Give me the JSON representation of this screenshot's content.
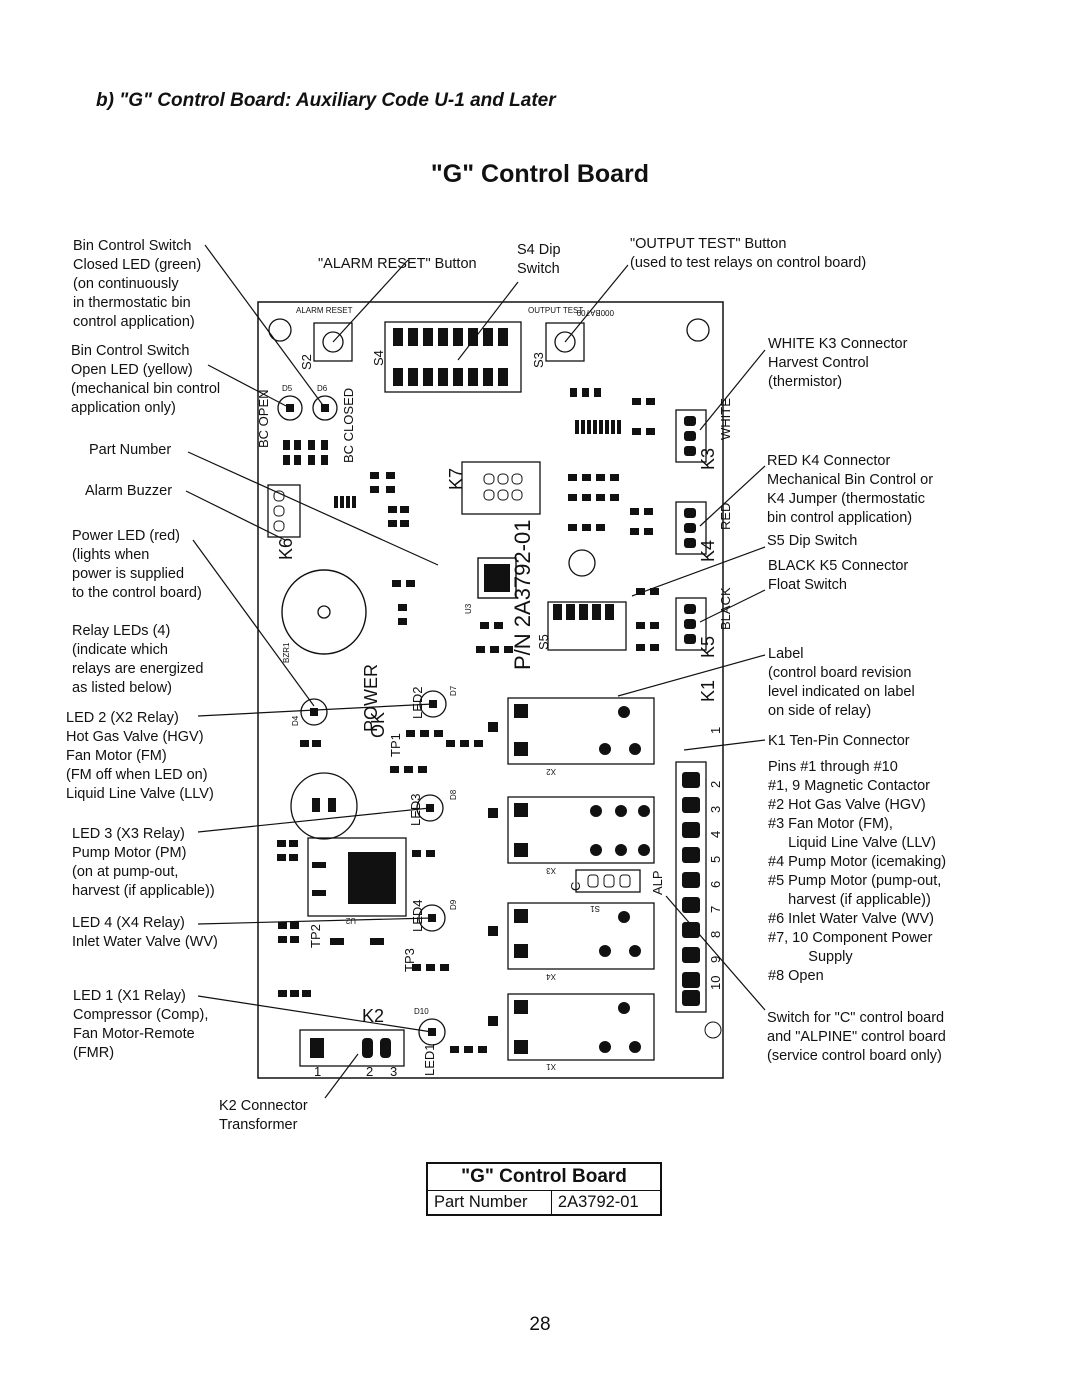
{
  "heading": "b) \"G\" Control Board: Auxiliary Code U-1 and Later",
  "title": "\"G\" Control Board",
  "callouts": {
    "bin_closed": "Bin Control Switch\nClosed LED (green)\n(on continuously\nin thermostatic bin\ncontrol application)",
    "bin_open": "Bin Control Switch\nOpen LED (yellow)\n(mechanical bin control\napplication only)",
    "part_number": "Part Number",
    "alarm_buzzer": "Alarm Buzzer",
    "power_led": "Power LED (red)\n(lights when\npower is supplied\nto the control board)",
    "relay_leds": "Relay LEDs (4)\n(indicate which\nrelays are energized\nas listed below)",
    "led2": "LED 2 (X2 Relay)\nHot Gas Valve (HGV)\nFan Motor (FM)\n(FM off when LED on)\nLiquid Line Valve (LLV)",
    "led3": "LED 3 (X3 Relay)\nPump Motor (PM)\n(on at pump-out,\nharvest (if applicable))",
    "led4": "LED 4 (X4 Relay)\nInlet Water Valve (WV)",
    "led1": "LED 1 (X1 Relay)\nCompressor (Comp),\nFan Motor-Remote\n(FMR)",
    "k2": "K2 Connector\nTransformer",
    "alarm_reset": "\"ALARM RESET\" Button",
    "s4": "S4 Dip\nSwitch",
    "output_test": "\"OUTPUT TEST\" Button\n(used to test relays on control board)",
    "white_k3": "WHITE K3 Connector\nHarvest Control\n(thermistor)",
    "red_k4": "RED K4 Connector\nMechanical Bin Control or\nK4 Jumper (thermostatic\nbin control application)",
    "s5": "S5 Dip Switch",
    "black_k5": "BLACK K5 Connector\nFloat Switch",
    "label": "Label\n(control board revision\nlevel indicated on label\non side of relay)",
    "k1": "K1 Ten-Pin Connector",
    "pins": "Pins #1 through #10\n#1, 9 Magnetic Contactor\n#2 Hot Gas Valve (HGV)\n#3 Fan Motor (FM),\n     Liquid Line Valve (LLV)\n#4 Pump Motor (icemaking)\n#5 Pump Motor (pump-out,\n     harvest (if applicable))\n#6 Inlet Water Valve (WV)\n#7, 10 Component Power\n          Supply\n#8 Open",
    "switch_c": "Switch for \"C\" control board\nand \"ALPINE\" control board\n(service control board only)"
  },
  "board": {
    "alarm_reset": "ALARM RESET",
    "output_test": "OUTPUT TEST",
    "code_mirror": "000BA709",
    "s2": "S2",
    "s3": "S3",
    "s4": "S4",
    "s5": "S5",
    "d5": "D5",
    "d6": "D6",
    "bc_open": "BC OPEN",
    "bc_closed": "BC CLOSED",
    "k1": "K1",
    "k2": "K2",
    "k3": "K3",
    "k4": "K4",
    "k5": "K5",
    "k6": "K6",
    "k7": "K7",
    "white": "WHITE",
    "red": "RED",
    "black": "BLACK",
    "pn": "P/N 2A3792-01",
    "power": "POWER",
    "ok": "OK",
    "led1": "LED1",
    "led2": "LED2",
    "led3": "LED3",
    "led4": "LED4",
    "tp1": "TP1",
    "tp2": "TP2",
    "tp3": "TP3",
    "alp": "ALP",
    "c": "C",
    "x1": "X1",
    "x2": "X2",
    "x3": "X3",
    "x4": "X4",
    "u2": "U2",
    "u3": "U3",
    "s1": "S1",
    "d4": "D4",
    "d7": "D7",
    "d8": "D8",
    "d9": "D9",
    "d10": "D10",
    "bzr1": "BZR1",
    "k2_pins": [
      "1",
      "2",
      "3"
    ],
    "k1_pins": [
      "1",
      "2",
      "3",
      "4",
      "5",
      "6",
      "7",
      "8",
      "9",
      "10"
    ]
  },
  "table": {
    "header": "\"G\" Control Board",
    "label": "Part Number",
    "value": "2A3792-01"
  },
  "page_number": "28"
}
